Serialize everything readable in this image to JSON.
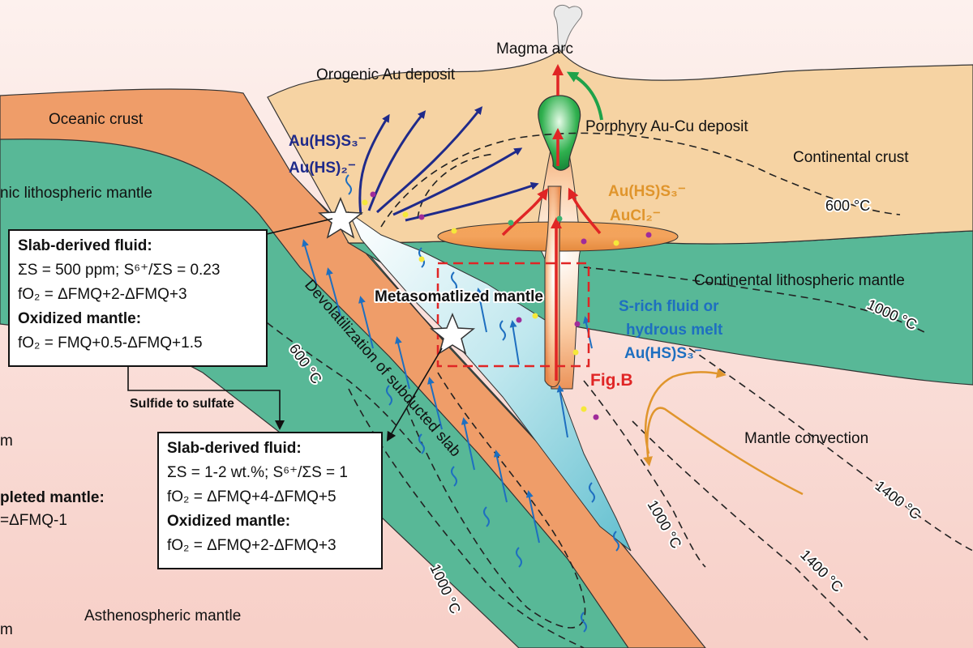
{
  "labels": {
    "magma_arc": "Magma arc",
    "orogenic": "Orogenic Au deposit",
    "oceanic_crust": "Oceanic crust",
    "porphyry": "Porphyry Au-Cu deposit",
    "continental_crust": "Continental crust",
    "oceanic_lm": "nic lithospheric mantle",
    "continental_lm": "Continental lithospheric mantle",
    "metasomatized": "Metasomatlized mantle",
    "devolatilization": "Devolatilization of subducted slab",
    "mantle_convection": "Mantle convection",
    "asthenospheric": "Asthenospheric mantle",
    "fig_b": "Fig.B",
    "sulfide_to_sulfate": "Sulfide to sulfate",
    "depleted_mantle": "pleted mantle:",
    "depleted_fo2": "=ΔFMQ-1",
    "edge_m1": "m",
    "edge_m2": "m"
  },
  "species": {
    "navy_1": "Au(HS)S₃⁻",
    "navy_2": "Au(HS)₂⁻",
    "orange_1": "Au(HS)S₃⁻",
    "orange_2": "AuCl₂⁻",
    "blue_1": "S-rich fluid or",
    "blue_2": "hydrous melt",
    "blue_3": "Au(HS)S₃⁻"
  },
  "isotherms": {
    "t600_crust": "600 °C",
    "t1000_clm": "1000 °C",
    "t600_slab": "600 °C",
    "t1000_wedge": "1000 °C",
    "t1000_lower": "1000 °C",
    "t1400_a": "1400 °C",
    "t1400_b": "1400 °C"
  },
  "box1": {
    "title": "Slab-derived fluid:",
    "line1": "ΣS = 500 ppm; S⁶⁺/ΣS = 0.23",
    "line2": "fO₂ = ΔFMQ+2-ΔFMQ+3",
    "title2": "Oxidized mantle:",
    "line3": "fO₂ = FMQ+0.5-ΔFMQ+1.5"
  },
  "box2": {
    "title": "Slab-derived fluid:",
    "line1": "ΣS = 1-2 wt.%; S⁶⁺/ΣS = 1",
    "line2": "fO₂ = ΔFMQ+4-ΔFMQ+5",
    "title2": "Oxidized mantle:",
    "line3": "fO₂ = ΔFMQ+2-ΔFMQ+3"
  },
  "colors": {
    "continental_crust": "#f6d3a3",
    "oceanic_crust": "#ef9d69",
    "mantle_green": "#58b897",
    "wedge_blue": "#62bfcf",
    "asthenosphere": "#fbe6e3",
    "navy": "#1f2a8a",
    "red": "#e02525",
    "orange": "#e0952c",
    "blue": "#1e6fc0",
    "green": "#1fa24a"
  }
}
